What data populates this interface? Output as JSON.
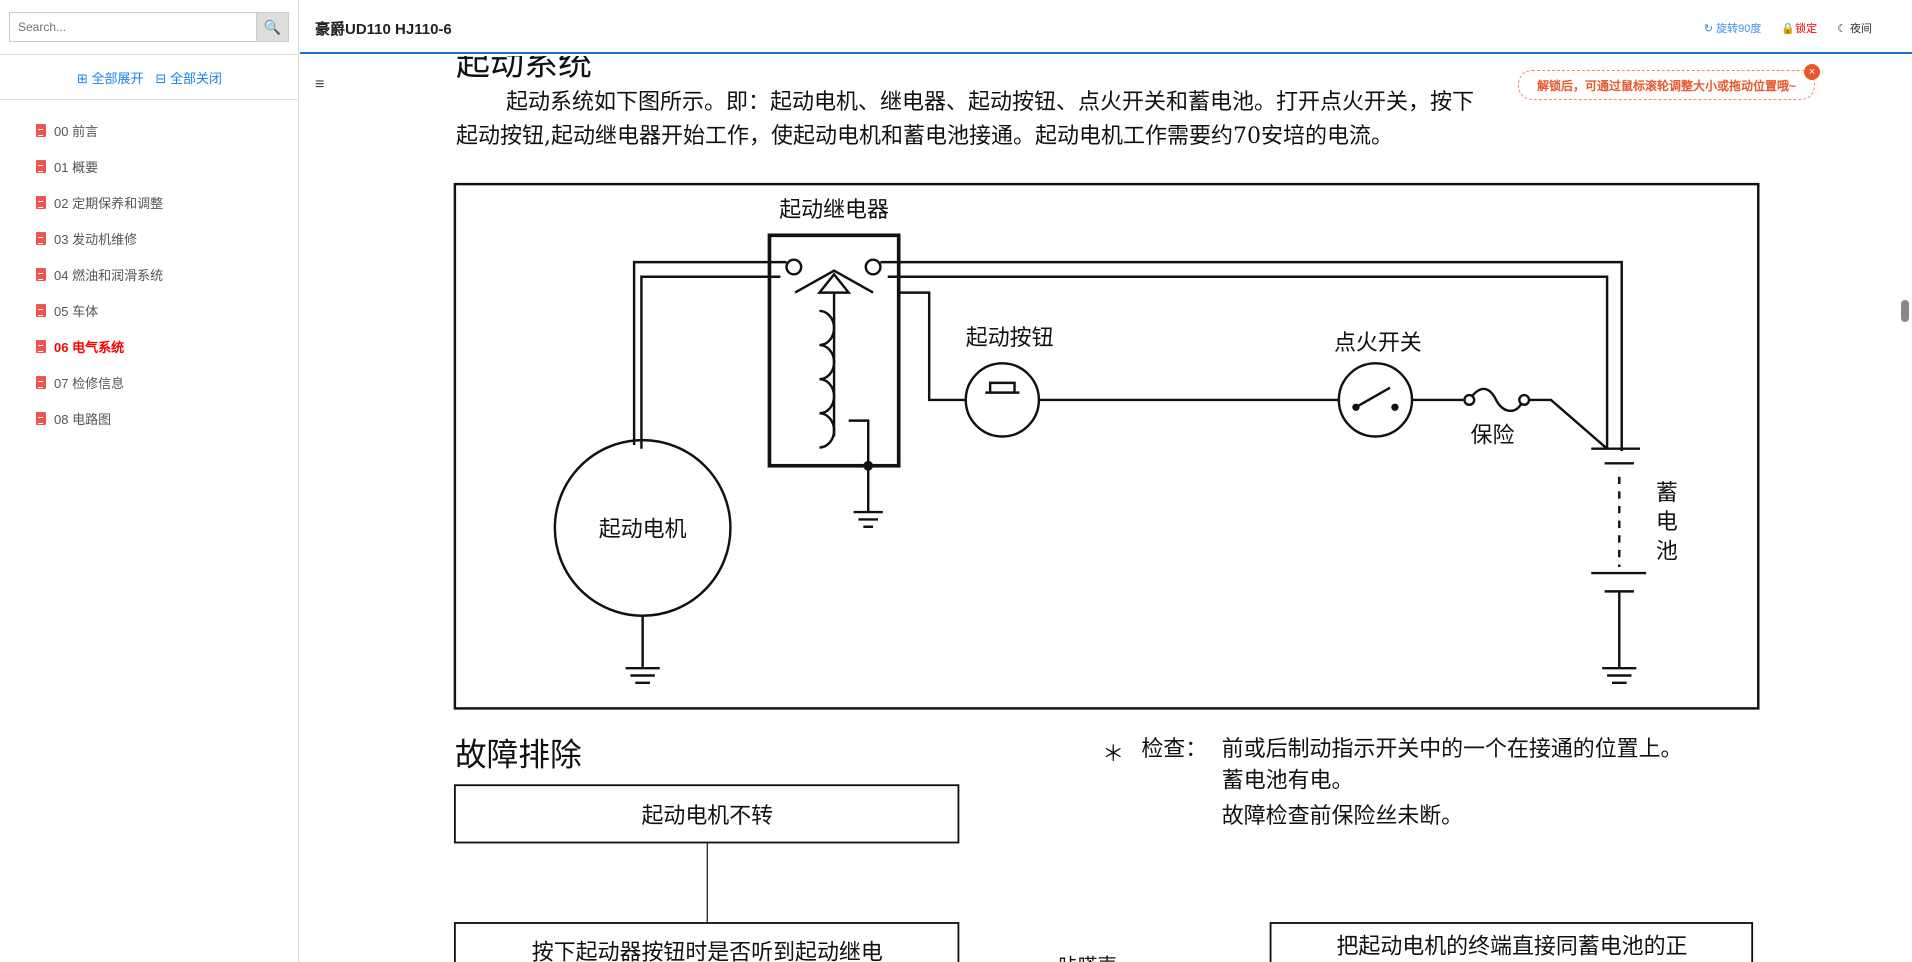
{
  "sidebar": {
    "search_placeholder": "Search...",
    "expand_all": "⊞ 全部展开",
    "collapse_all": "⊟ 全部关闭",
    "items": [
      {
        "label": "00 前言"
      },
      {
        "label": "01 概要"
      },
      {
        "label": "02 定期保养和调整"
      },
      {
        "label": "03 发动机维修"
      },
      {
        "label": "04 燃油和润滑系统"
      },
      {
        "label": "05 车体"
      },
      {
        "label": "06 电气系统",
        "active": true
      },
      {
        "label": "07 检修信息"
      },
      {
        "label": "08 电路图"
      }
    ]
  },
  "header": {
    "title": "豪爵UD110 HJ110-6",
    "rotate": "旋转90度",
    "lock": "锁定",
    "night": "夜间"
  },
  "tooltip": {
    "text": "解锁后，可通过鼠标滚轮调整大小或拖动位置哦~",
    "close": "×"
  },
  "doc": {
    "heading": "起动系统",
    "para1": "起动系统如下图所示。即：起动电机、继电器、起动按钮、点火开关和蓄电池。打开点火开关，按下",
    "para2": "起动按钮,起动继电器开始工作，使起动电机和蓄电池接通。起动电机工作需要约70安培的电流。",
    "diagram": {
      "relay": "起动继电器",
      "button": "起动按钮",
      "ignition": "点火开关",
      "fuse": "保险",
      "motor": "起动电机",
      "battery": [
        "蓄",
        "电",
        "池"
      ]
    },
    "trouble_heading": "故障排除",
    "box1": "起动电机不转",
    "box2": "按下起动器按钮时是否听到起动继电",
    "click": "咔嗒声",
    "box3": "把起动电机的终端直接同蓄电池的正",
    "check_star": "＊",
    "check_label": "检查：",
    "check_lines": [
      "前或后制动指示开关中的一个在接通的位置上。",
      "蓄电池有电。",
      "故障检查前保险丝未断。"
    ]
  },
  "colors": {
    "accent": "#1a73c8",
    "active": "#ff0000",
    "tooltip": "#e8582c"
  }
}
